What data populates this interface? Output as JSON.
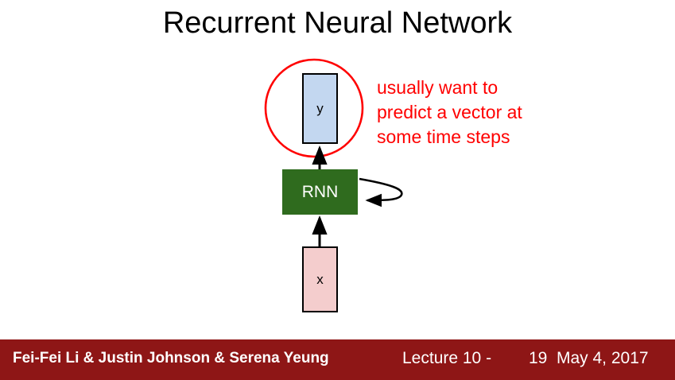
{
  "slide": {
    "title": "Recurrent Neural Network",
    "background_color": "#ffffff"
  },
  "diagram": {
    "nodes": [
      {
        "id": "output",
        "label": "y",
        "fill_color": "#c3d7f0",
        "border_color": "#000000"
      },
      {
        "id": "cell",
        "label": "RNN",
        "fill_color": "#2f6b1e",
        "text_color": "#ffffff"
      },
      {
        "id": "input",
        "label": "x",
        "fill_color": "#f4cdcd",
        "border_color": "#000000"
      }
    ],
    "highlight": {
      "shape": "ellipse",
      "color": "#ff0000",
      "target": "output"
    },
    "edges": [
      {
        "from": "input",
        "to": "cell",
        "style": "arrow-up"
      },
      {
        "from": "cell",
        "to": "output",
        "style": "arrow-up"
      },
      {
        "from": "cell",
        "to": "cell",
        "style": "self-loop-right"
      }
    ]
  },
  "annotation": {
    "color": "#ff0000",
    "lines": [
      "usually want to",
      "predict a vector at",
      "some time steps"
    ]
  },
  "footer": {
    "background_color": "#8e1616",
    "authors": "Fei-Fei Li & Justin Johnson & Serena Yeung",
    "lecture": "Lecture 10 -",
    "page_number": "19",
    "date": "May 4, 2017"
  }
}
